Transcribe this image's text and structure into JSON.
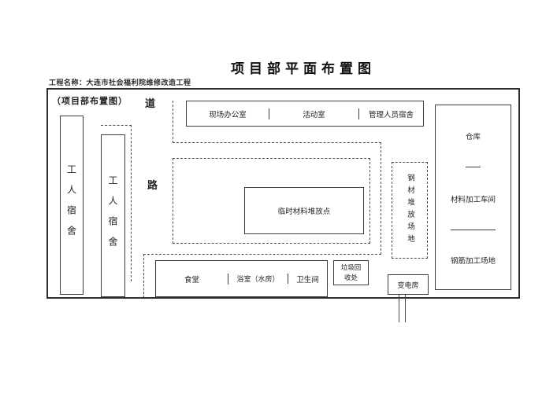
{
  "header": {
    "title": "项目部平面布置图",
    "project_name": "工程名称：大连市社会福利院维修改造工程"
  },
  "plan": {
    "caption": "（项目部布置图）",
    "road": {
      "top_char": "道",
      "bottom_char": "路"
    },
    "worker_dorm_left": "工人宿舍",
    "worker_dorm_right": "工人宿舍",
    "top_row": [
      "现场办公室",
      "活动室",
      "管理人员宿舍"
    ],
    "right_column": [
      "仓库",
      "材料加工车间",
      "钢筋加工场地"
    ],
    "temp_material_point": "临时材料堆放点",
    "steel_stack_yard": "钢材堆放场地",
    "bottom_row": [
      "食堂",
      "浴室（水房）",
      "卫生间"
    ],
    "garbage_collection": "垃圾回收处",
    "transformer_room": "变电房"
  },
  "colors": {
    "line": "#3d3d3d",
    "dashed_line": "#4a4a4a",
    "text": "#1f1f1f",
    "background": "#ffffff"
  }
}
